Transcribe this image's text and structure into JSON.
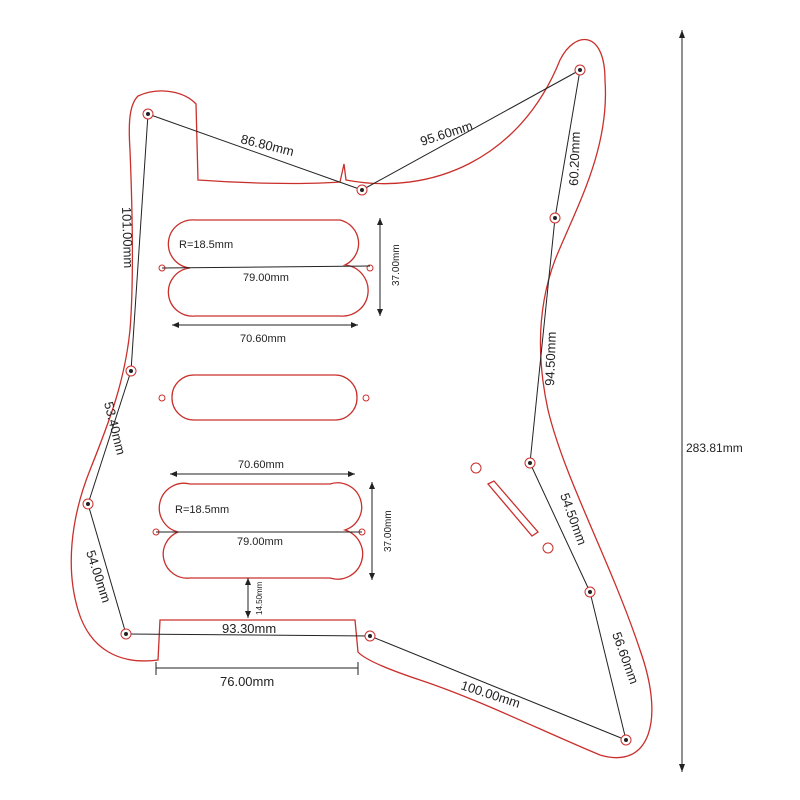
{
  "diagram": {
    "labels": {
      "top_left_span": "86.80mm",
      "top_right_span": "95.60mm",
      "right_upper": "60.20mm",
      "left_upper": "101.00mm",
      "right_middle": "94.50mm",
      "left_middle": "53.40mm",
      "right_lower": "54.50mm",
      "left_lower": "54.00mm",
      "bottom_right_upper": "56.60mm",
      "bottom_span": "100.00mm",
      "bottom_left_span": "93.30mm",
      "neck_cutout_width": "76.00mm",
      "overall_height": "283.81mm",
      "upper_humbucker_radius": "R=18.5mm",
      "upper_humbucker_hole_span": "79.00mm",
      "upper_humbucker_width": "70.60mm",
      "upper_humbucker_height": "37.00mm",
      "lower_humbucker_radius": "R=18.5mm",
      "lower_humbucker_hole_span": "79.00mm",
      "lower_humbucker_width": "70.60mm",
      "lower_humbucker_height": "37.00mm",
      "humbucker_to_edge": "14.50mm"
    },
    "colors": {
      "outline": "#c9302c",
      "dimension": "#222222"
    }
  }
}
